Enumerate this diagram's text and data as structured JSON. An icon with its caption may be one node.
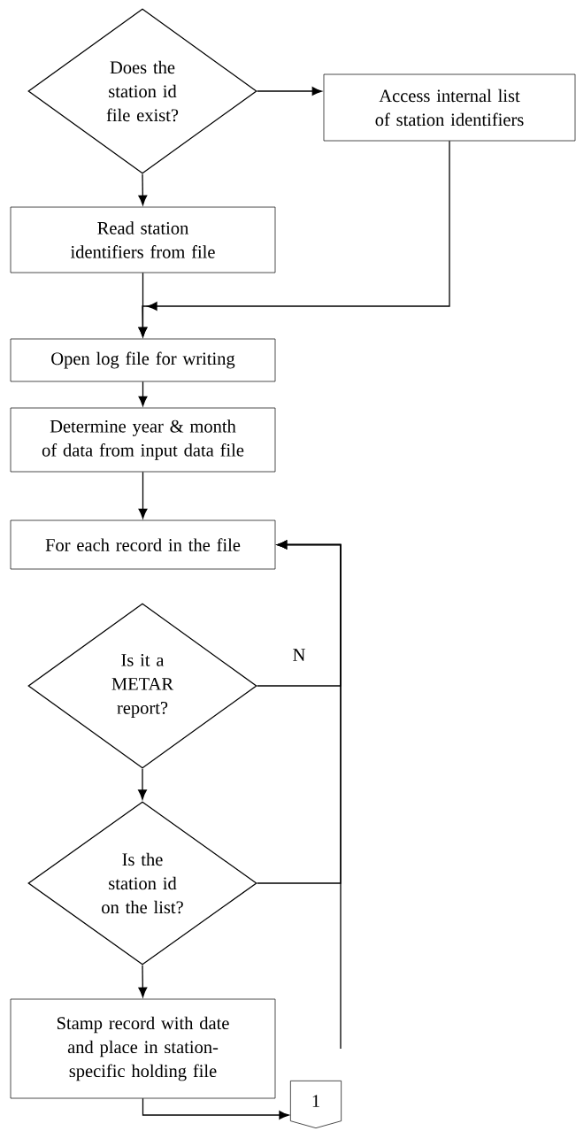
{
  "diagram": {
    "nodes": [
      {
        "text": [
          "Does the station id file exist?"
        ]
      },
      {
        "text": [
          "Access internal list of station identifiers"
        ]
      },
      {
        "text": [
          "Read station identifiers from file"
        ]
      },
      {
        "text": [
          "Open log file for writing"
        ]
      },
      {
        "text": [
          "Determine year & month of data from input data file"
        ]
      },
      {
        "text": [
          "For each record in the file"
        ]
      },
      {
        "text": [
          "Is it a METAR report?"
        ]
      },
      {
        "text": [
          "Is the station id on the list?"
        ]
      },
      {
        "text": [
          "Stamp record with date and place in station-specific holding file"
        ]
      },
      {
        "text": [
          "1"
        ]
      }
    ],
    "edges": [
      {
        "from": 0,
        "to": 1,
        "arrow": "to"
      },
      {
        "from": 0,
        "to": 2,
        "arrow": "to"
      },
      {
        "from": 2,
        "to": 3,
        "arrow": "to"
      },
      {
        "from": 1,
        "to": 3,
        "arrow": "to"
      },
      {
        "from": 3,
        "to": 4,
        "arrow": "to"
      },
      {
        "from": 4,
        "to": 5,
        "arrow": "to"
      },
      {
        "from": 6,
        "to": 5,
        "arrow": "to",
        "label": "N"
      },
      {
        "from": 6,
        "to": 7,
        "arrow": "to"
      },
      {
        "from": 7,
        "to": 5,
        "arrow": "to"
      },
      {
        "from": 7,
        "to": 8,
        "arrow": "to"
      },
      {
        "from": null,
        "to": 5,
        "arrow": "to"
      },
      {
        "from": 8,
        "to": 9,
        "arrow": "to"
      }
    ]
  }
}
